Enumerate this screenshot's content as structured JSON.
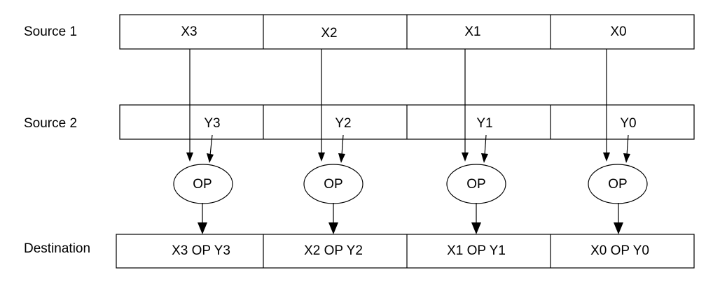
{
  "rows": {
    "source1": {
      "label": "Source 1",
      "cells": [
        "X3",
        "X2",
        "X1",
        "X0"
      ]
    },
    "source2": {
      "label": "Source 2",
      "cells": [
        "Y3",
        "Y2",
        "Y1",
        "Y0"
      ]
    },
    "destination": {
      "label": "Destination",
      "cells": [
        "X3 OP Y3",
        "X2 OP Y2",
        "X1 OP Y1",
        "X0 OP Y0"
      ]
    }
  },
  "operators": [
    "OP",
    "OP",
    "OP",
    "OP"
  ],
  "colors": {
    "stroke": "#000000",
    "background": "#ffffff"
  }
}
